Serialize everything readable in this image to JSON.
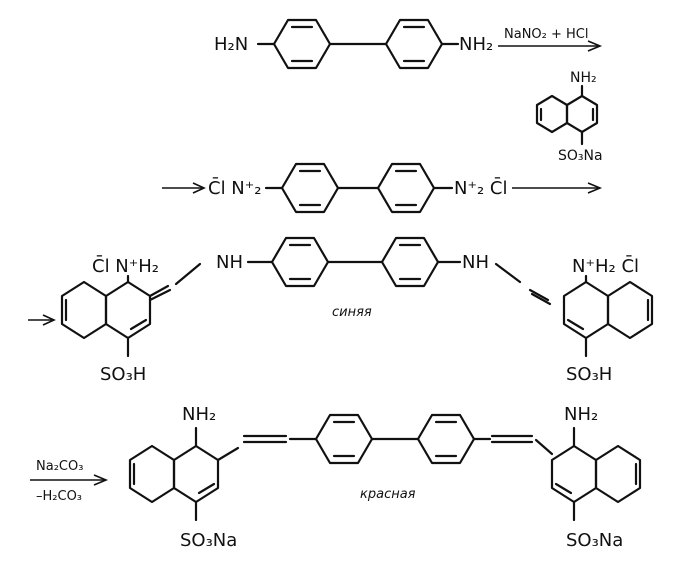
{
  "step1": {
    "left_group": "H₂N",
    "right_group": "NH₂",
    "reagent": "NaNO₂ + HCl"
  },
  "naphthylamine": {
    "top_group": "NH₂",
    "bottom_group": "SO₃Na"
  },
  "step2": {
    "left_group": "C̄l N⁺₂",
    "right_group": "N⁺₂ C̄l"
  },
  "step3": {
    "left_top": "C̄l  N⁺H₂",
    "left_nh": "NH",
    "left_bottom": "SO₃H",
    "right_nh": "NH",
    "right_top": "N⁺H₂ C̄l",
    "right_bottom": "SO₃H",
    "color_label": "синяя"
  },
  "step4": {
    "reagent_top": "Na₂CO₃",
    "reagent_bottom": "–H₂CO₃",
    "left_top": "NH₂",
    "left_bottom": "SO₃Na",
    "right_top": "NH₂",
    "right_bottom": "SO₃Na",
    "color_label": "красная"
  }
}
